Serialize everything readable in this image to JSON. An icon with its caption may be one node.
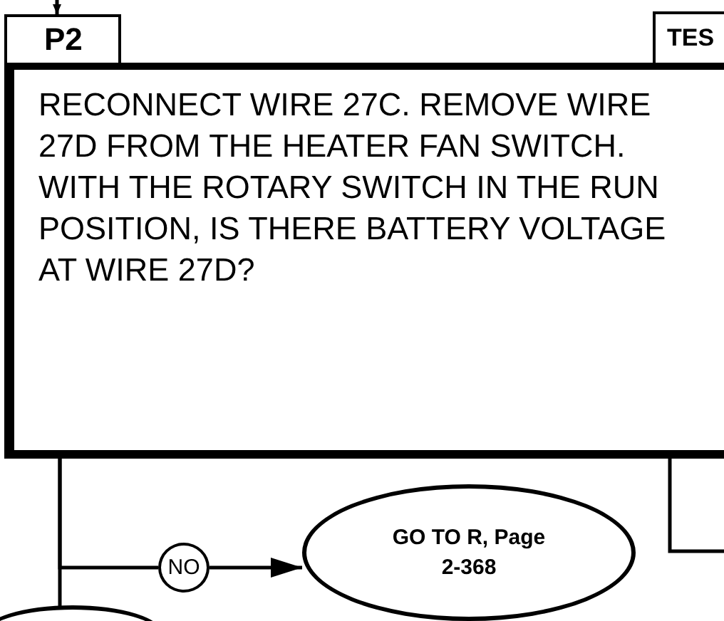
{
  "diagram": {
    "nodes": [
      {
        "text": [
          "P2"
        ]
      },
      {
        "text": [
          "TES"
        ]
      },
      {
        "text": [
          "RECONNECT WIRE 27C. REMOVE WIRE 27D FROM THE HEATER FAN SWITCH. WITH THE ROTARY SWITCH IN THE RUN POSITION, IS THERE BATTERY VOLTAGE AT WIRE 27D?"
        ]
      },
      {
        "text": [
          "NO"
        ]
      },
      {
        "text": [
          "GO TO R, Page 2-368"
        ]
      },
      {
        "text": [],
        "shape": "ellipse"
      }
    ],
    "edges": [
      {
        "from": null,
        "to": 0,
        "arrow": "to"
      },
      {
        "from": 2,
        "to": 3,
        "arrow": "none"
      },
      {
        "from": 2,
        "to": 5,
        "arrow": "none"
      },
      {
        "from": 3,
        "to": 4,
        "arrow": "to"
      },
      {
        "from": 2,
        "to": null,
        "arrow": "none"
      }
    ]
  }
}
